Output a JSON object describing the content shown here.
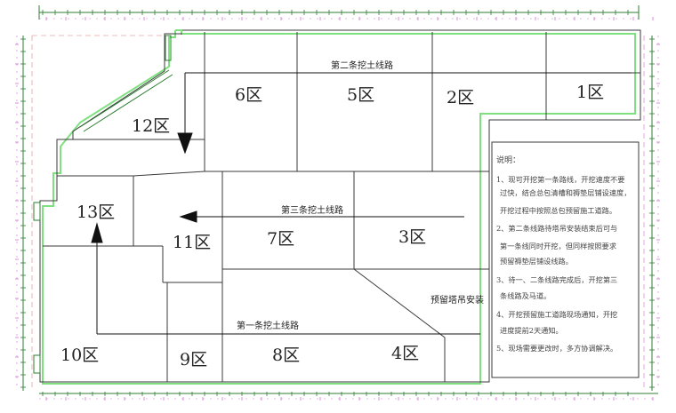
{
  "zones": {
    "z1": "1区",
    "z2": "2区",
    "z3": "3区",
    "z4": "4区",
    "z5": "5区",
    "z6": "6区",
    "z7": "7区",
    "z8": "8区",
    "z9": "9区",
    "z10": "10区",
    "z11": "11区",
    "z12": "12区",
    "z13": "13区"
  },
  "routes": {
    "first": "第一条挖土线路",
    "second": "第二条挖土线路",
    "third": "第三条挖土线路"
  },
  "crane_note": "预留塔吊安装",
  "notes": {
    "title": "说明：",
    "lines": [
      "1、现可开挖第一条路线，开挖速度不要",
      "过快，结合总包清槽和褥垫层铺设速度，",
      "开挖过程中按照总包预留施工道路。",
      "2、第二条线路待塔吊安装结束后可与",
      "第一条线同时开挖，但同样按照要求",
      "预留褥垫层铺设线路。",
      "3、待一、二条线路完成后，开挖第三",
      "条线路及马道。",
      "4、开挖预留施工道路现场通知，开挖",
      "进度提前2天通知。",
      "5、现场需要更改时，多方协调解决。"
    ]
  },
  "colors": {
    "grid": "#3a3a3a",
    "boundary": "#7fe07f",
    "axis": "#d070d0",
    "dim": "#2e7d32",
    "arrow": "#111111"
  }
}
